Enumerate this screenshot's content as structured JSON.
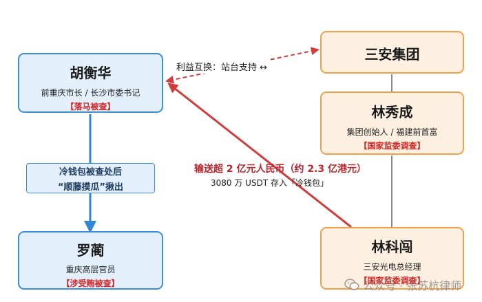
{
  "nodes": {
    "hu": {
      "name": "胡衡华",
      "role": "前重庆市长 / 长沙市委书记",
      "status": "【落马被查】"
    },
    "step": {
      "line1": "冷钱包被查处后",
      "line2": "“顺藤摸瓜”揪出"
    },
    "luo": {
      "name": "罗蔺",
      "role": "重庆高层官员",
      "status": "【涉受贿被查】"
    },
    "sanan": {
      "name": "三安集团"
    },
    "lin_xiucheng": {
      "name": "林秀成",
      "role": "集团创始人 / 福建前首富",
      "status": "【国家监委调查】"
    },
    "lin_kechuang": {
      "name": "林科闯",
      "role": "三安光电总经理",
      "status": "【国家监委调查】"
    }
  },
  "edges": {
    "exchange": "利益互换：站台支持 ↔",
    "amount": "输送超 2 亿元人民币（约 2.3 亿港元）",
    "usdt": "3080 万 USDT 存入「冷钱包」"
  },
  "watermark": {
    "text": "公众号 · 张苏杭律师"
  },
  "colors": {
    "blue_border": "#3b8fd9",
    "blue_fill": "#e3f0fb",
    "orange_border": "#f1a049",
    "orange_fill": "#fdf0e0",
    "red_arrow": "#d33a3a",
    "red_tag": "#d32626"
  }
}
